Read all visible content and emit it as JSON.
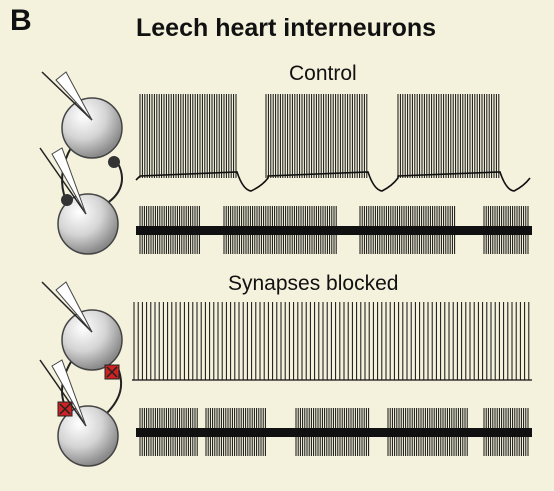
{
  "panel_letter": "B",
  "title": "Leech heart interneurons",
  "conditions": [
    {
      "label": "Control"
    },
    {
      "label": "Synapses blocked"
    }
  ],
  "colors": {
    "background": "#f4f1dc",
    "neuron_fill": "#cfcfcf",
    "synapse_control": "#333333",
    "synapse_blocked": "#cc2222",
    "trace": "#111111"
  },
  "icons": [
    "neuron-icon",
    "electrode-icon",
    "synapse-icon",
    "blocked-synapse-icon"
  ]
}
